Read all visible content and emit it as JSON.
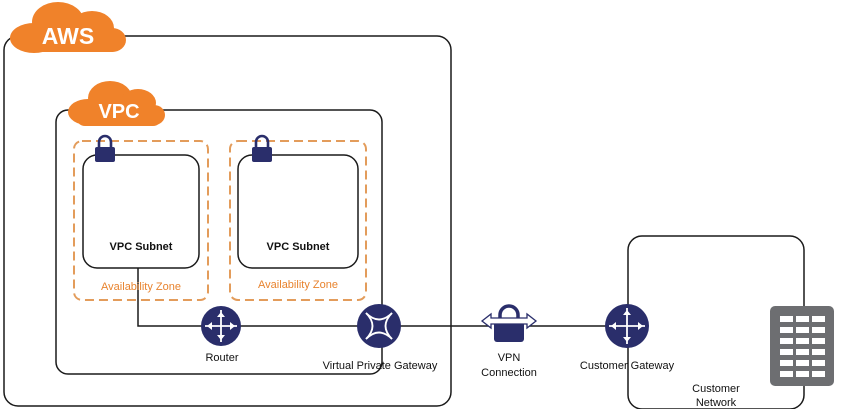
{
  "aws": {
    "label": "AWS"
  },
  "vpc": {
    "label": "VPC"
  },
  "subnets": [
    {
      "label": "VPC Subnet",
      "zone_label": "Availability Zone"
    },
    {
      "label": "VPC Subnet",
      "zone_label": "Availability Zone"
    }
  ],
  "nodes": {
    "router": "Router",
    "virtual_private_gateway": "Virtual Private Gateway",
    "vpn_connection_line1": "VPN",
    "vpn_connection_line2": "Connection",
    "customer_gateway": "Customer Gateway",
    "customer_network_line1": "Customer",
    "customer_network_line2": "Network"
  },
  "colors": {
    "orange": "#F0822A",
    "navy": "#2A2E6B",
    "zone_text": "#E8832E",
    "zone_border": "#E39C5B",
    "server": "#6D6E71",
    "line": "#1a1a1a"
  },
  "icons": {
    "aws_badge": "cloud-icon",
    "vpc_badge": "cloud-icon",
    "subnet_lock": "lock-icon",
    "router": "router-icon",
    "vpg": "vpn-gateway-icon",
    "vpn": "vpn-lock-icon",
    "customer_gateway": "router-icon",
    "server": "server-icon"
  }
}
